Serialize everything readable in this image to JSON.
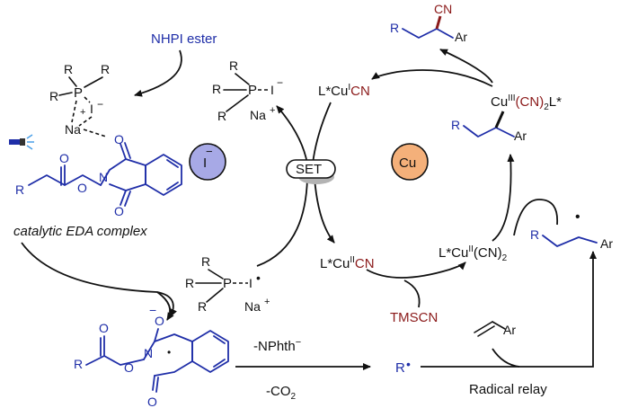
{
  "labels": {
    "nhpi_ester": "NHPI ester",
    "catalytic_eda": "catalytic EDA complex",
    "set": "SET",
    "iodide_cat": "I",
    "iodide_charge": "−",
    "copper_cat": "Cu",
    "tmscn": "TMSCN",
    "nphth": "-NPhth",
    "nphth_charge": "−",
    "co2": "-CO",
    "co2_sub": "2",
    "radical_relay": "Radical relay"
  },
  "atoms": {
    "R": "R",
    "P": "P",
    "I": "I",
    "Na": "Na",
    "Ar": "Ar",
    "O": "O",
    "N": "N",
    "plus": "+",
    "minus": "−",
    "radical_dot": "•"
  },
  "copper_species": {
    "cu_i_cn": {
      "prefix": "L*Cu",
      "ox": "I",
      "suffix": "CN"
    },
    "cu_ii_cn": {
      "prefix": "L*Cu",
      "ox": "II",
      "suffix": "CN"
    },
    "cu_ii_cn2": {
      "prefix": "L*Cu",
      "ox": "II",
      "mid": "(CN)",
      "sub": "2"
    },
    "cu_iii": {
      "prefix": "Cu",
      "ox": "III",
      "mid": "(CN)",
      "sub": "2",
      "suffix": "L*"
    }
  },
  "product_cn": "CN",
  "colors": {
    "blue": "#1f2ea8",
    "red": "#8b1a1a",
    "iodide_fill": "#a7a9e6",
    "copper_fill": "#f4b07a",
    "set_shadow": "#b3b3b3"
  }
}
